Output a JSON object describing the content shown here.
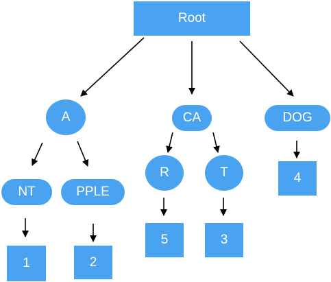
{
  "colors": {
    "node_fill": "#4aa3f0",
    "node_text": "#ffffff",
    "edge": "#000000",
    "background": "#ffffff"
  },
  "nodes": {
    "root": {
      "label": "Root"
    },
    "a": {
      "label": "A"
    },
    "ca": {
      "label": "CA"
    },
    "dog": {
      "label": "DOG"
    },
    "nt": {
      "label": "NT"
    },
    "pple": {
      "label": "PPLE"
    },
    "r": {
      "label": "R"
    },
    "t": {
      "label": "T"
    },
    "leaf_1": {
      "label": "1"
    },
    "leaf_2": {
      "label": "2"
    },
    "leaf_5": {
      "label": "5"
    },
    "leaf_3": {
      "label": "3"
    },
    "leaf_4": {
      "label": "4"
    }
  },
  "edges": [
    {
      "from": "root",
      "to": "a"
    },
    {
      "from": "root",
      "to": "ca"
    },
    {
      "from": "root",
      "to": "dog"
    },
    {
      "from": "a",
      "to": "nt"
    },
    {
      "from": "a",
      "to": "pple"
    },
    {
      "from": "ca",
      "to": "r"
    },
    {
      "from": "ca",
      "to": "t"
    },
    {
      "from": "nt",
      "to": "leaf_1"
    },
    {
      "from": "pple",
      "to": "leaf_2"
    },
    {
      "from": "r",
      "to": "leaf_5"
    },
    {
      "from": "t",
      "to": "leaf_3"
    },
    {
      "from": "dog",
      "to": "leaf_4"
    }
  ]
}
